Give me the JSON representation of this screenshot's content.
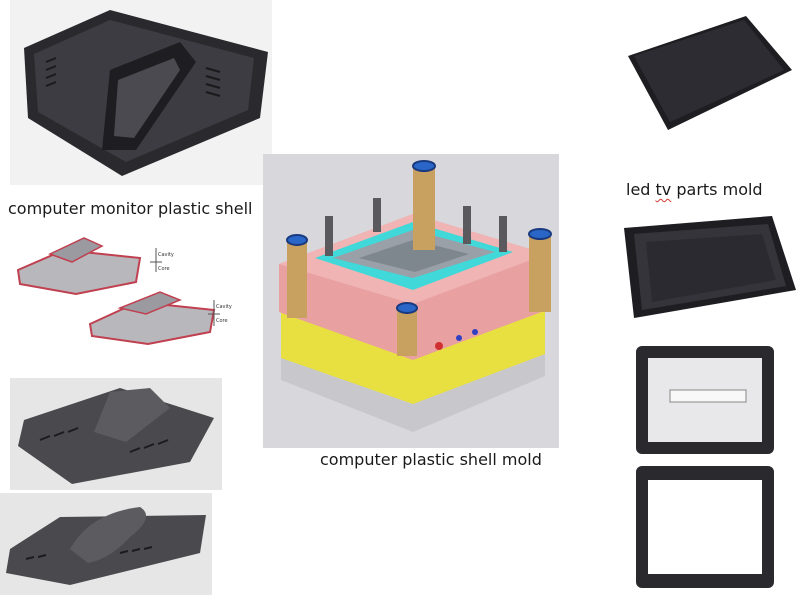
{
  "captions": {
    "monitor_shell": "computer monitor plastic shell",
    "tv_parts_prefix": "led ",
    "tv_parts_flagged": "tv",
    "tv_parts_suffix": " parts mold",
    "plastic_shell_mold": "computer plastic shell mold"
  },
  "diagram_labels": {
    "cavity_1": "Cavity",
    "core_1": "Core",
    "cavity_2": "Cavity",
    "core_2": "Core"
  },
  "icons": {
    "monitor_back_shell": "monitor-back-shell-image",
    "split_shell_diagram": "cavity-core-diagram-image",
    "shell_render_grey_1": "shell-render-image",
    "shell_render_grey_2": "shell-render-image",
    "mold_assembly": "injection-mold-3d-image",
    "tv_back_panel": "tv-back-panel-image",
    "tv_frame_open": "tv-frame-image",
    "tablet_frame_pair": "tablet-frame-image"
  },
  "colors": {
    "mold_pink": "#e8a0a0",
    "mold_yellow": "#e8e040",
    "mold_cyan": "#40d8d8",
    "pillar_tan": "#c8a060",
    "pillar_blue": "#2a66c8",
    "plastic_black": "#1e1e22",
    "plastic_grey": "#5a5a5e"
  }
}
